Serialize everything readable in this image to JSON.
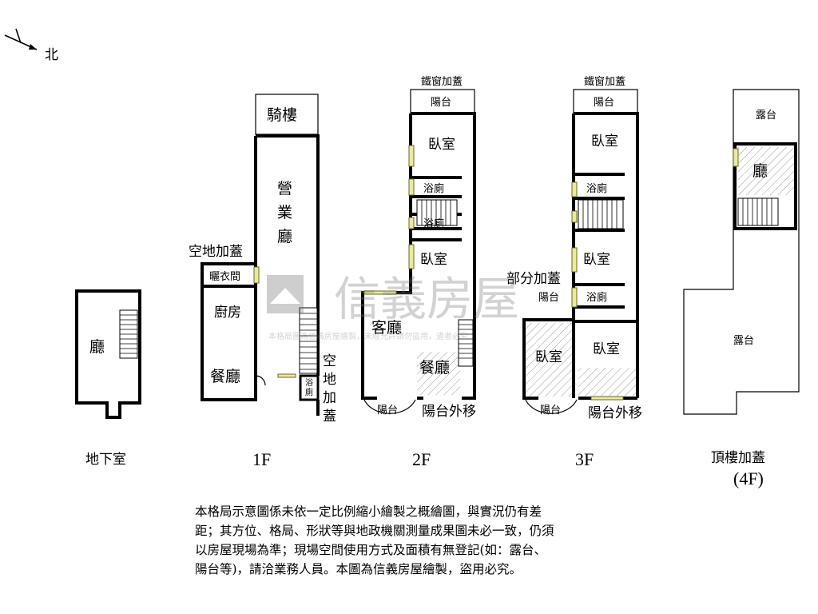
{
  "compass": {
    "label": "北"
  },
  "watermark": {
    "brand": "信義房屋",
    "notice": "本格局圖為信義房屋繪製，未經允許請勿盜用，違者必究"
  },
  "basement": {
    "floor_label": "地下室",
    "rooms": {
      "hall": "廳"
    }
  },
  "floor1": {
    "floor_label": "1F",
    "rooms": {
      "arcade": "騎樓",
      "business_hall_1": "營",
      "business_hall_2": "業",
      "business_hall_3": "廳",
      "annex_left": "空地加蓋",
      "laundry": "曬衣間",
      "kitchen": "廚房",
      "dining": "餐廳",
      "annex_right_1": "空",
      "annex_right_2": "地",
      "annex_right_3": "加",
      "annex_right_4": "蓋",
      "bath_1": "浴",
      "bath_2": "廁"
    }
  },
  "floor2": {
    "floor_label": "2F",
    "rooms": {
      "iron_window": "鐵窗加蓋",
      "balcony_top": "陽台",
      "bedroom_1": "臥室",
      "bath_1": "浴廁",
      "bath_2": "浴廁",
      "bedroom_2": "臥室",
      "living": "客廳",
      "dining": "餐廳",
      "balcony_bottom": "陽台",
      "balcony_moved": "陽台外移"
    }
  },
  "floor3": {
    "floor_label": "3F",
    "rooms": {
      "iron_window": "鐵窗加蓋",
      "balcony_top": "陽台",
      "bedroom_1": "臥室",
      "bath_1": "浴廁",
      "bedroom_2": "臥室",
      "partial_annex": "部分加蓋",
      "balcony_mid": "陽台",
      "bath_2": "浴廁",
      "bedroom_3": "臥室",
      "bedroom_4": "臥室",
      "balcony_bottom": "陽台",
      "balcony_moved": "陽台外移"
    }
  },
  "floor4": {
    "floor_label_1": "頂樓加蓋",
    "floor_label_2": "(4F)",
    "rooms": {
      "terrace_top": "露台",
      "hall": "廳",
      "terrace_main": "露台"
    }
  },
  "disclaimer": {
    "line1": "本格局示意圖係未依一定比例縮小繪製之概繪圖，與實況仍有差",
    "line2": "距；其方位、格局、形狀等與地政機關測量成果圖未必一致，仍須",
    "line3": "以房屋現場為準；現場空間使用方式及面積有無登記(如：露台、",
    "line4": "陽台等)，請洽業務人員。本圖為信義房屋繪製，盜用必究。"
  }
}
